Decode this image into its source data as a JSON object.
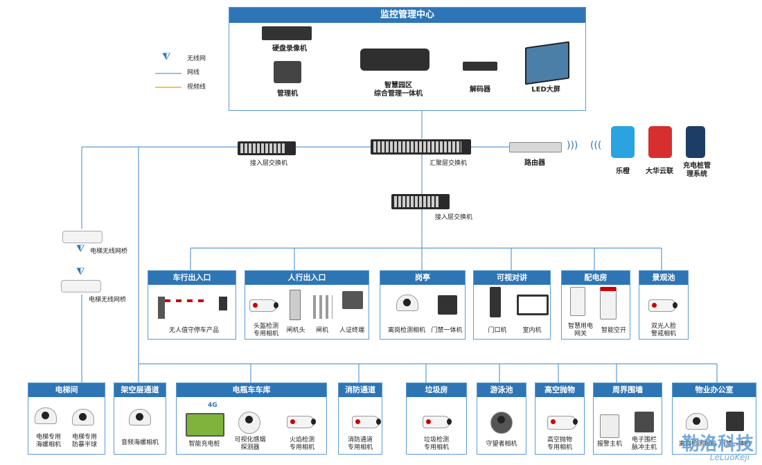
{
  "legend": {
    "wireless": "无线网",
    "network": "网线",
    "video": "视频线"
  },
  "center": {
    "title": "监控管理中心",
    "nvr": "硬盘录像机",
    "manager": "管理机",
    "all_in_one": "智慧园区\n综合管理一体机",
    "decoder": "解码器",
    "led": "LED大屏"
  },
  "core": {
    "access_switch_left": "接入层交换机",
    "aggregation_switch": "汇聚层交换机",
    "router": "路由器",
    "access_switch_mid": "接入层交换机"
  },
  "apps": {
    "lecheng": "乐橙",
    "dahua_cloud": "大华云联",
    "charging": "充电桩管\n理系统"
  },
  "bridges": {
    "bridge1": "电梯无线网桥",
    "bridge2": "电梯无线网桥"
  },
  "row1": {
    "vehicle": {
      "title": "车行出入口",
      "item": "无人值守停车产品"
    },
    "pedestrian": {
      "title": "人行出入口",
      "helmet": "头盔检测\n专用相机",
      "gate_head": "闸机头",
      "gate": "闸机",
      "terminal": "人证终端"
    },
    "booth": {
      "title": "岗亭",
      "away": "离岗检测相机",
      "access": "门禁一体机"
    },
    "intercom": {
      "title": "可视对讲",
      "door": "门口机",
      "indoor": "室内机"
    },
    "power": {
      "title": "配电房",
      "gateway": "智慧用电\n网关",
      "breaker": "智能空开"
    },
    "pond": {
      "title": "景观池",
      "cam": "双光人脸\n警戒相机"
    }
  },
  "row2": {
    "elevator": {
      "title": "电梯间",
      "hemi": "电梯专用\n海螺相机",
      "dome": "电梯专用\n防暴半球"
    },
    "overhead": {
      "title": "架空层通道",
      "cam": "音频海螺相机"
    },
    "ebike": {
      "title": "电瓶车车库",
      "charger": "智能充电桩",
      "smoke": "可视化感烟\n探测器",
      "fire": "火焰检测\n专用相机",
      "badge": "4G"
    },
    "fire_lane": {
      "title": "消防通道",
      "cam": "消防通道\n专用相机"
    },
    "garbage": {
      "title": "垃圾房",
      "cam": "垃圾检测\n专用相机"
    },
    "pool": {
      "title": "游泳池",
      "cam": "守望者相机"
    },
    "throw": {
      "title": "高空抛物",
      "cam": "高空抛物\n专用相机"
    },
    "perimeter": {
      "title": "周界围墙",
      "alarm": "报警主机",
      "fence": "电子围栏\n脉冲主机"
    },
    "office": {
      "title": "物业办公室",
      "away": "离岗检测相机",
      "access": "门禁一体机"
    }
  },
  "watermark": {
    "text": "勒洛科技",
    "sub": "LeLuoKeji"
  },
  "colors": {
    "accent": "#2e75b6",
    "line": "#5b9bd5",
    "video": "#f0b400"
  }
}
